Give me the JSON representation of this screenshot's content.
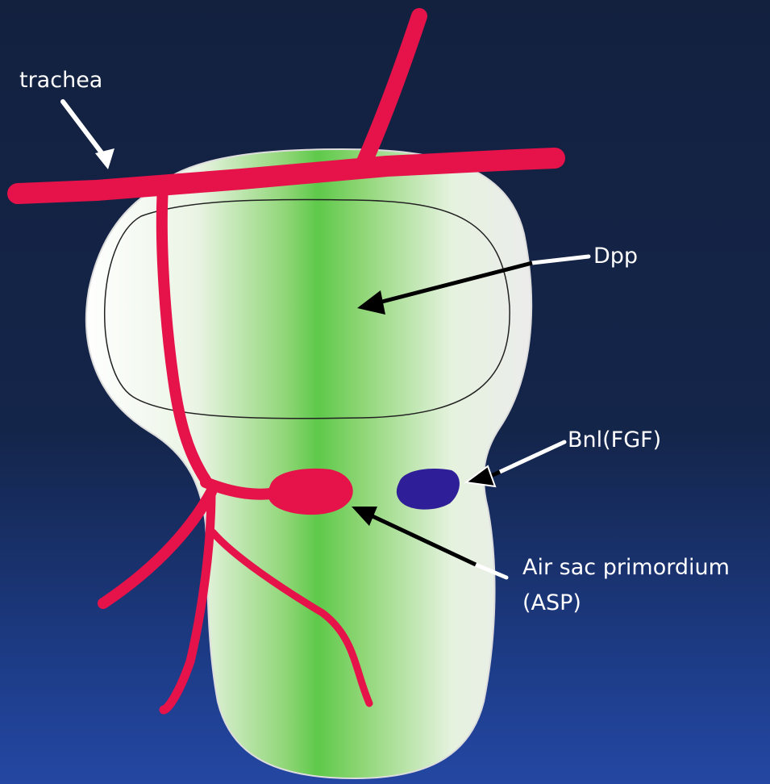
{
  "labels": {
    "trachea": "trachea",
    "dpp": "Dpp",
    "bnl": "Bnl(FGF)",
    "asp_line1": "Air sac primordium",
    "asp_line2": "(ASP)"
  },
  "colors": {
    "background_top": "#13213f",
    "background_bottom": "#2447a3",
    "disc_green": "#5ec94a",
    "disc_white": "#ffffff",
    "trachea_red": "#e6124a",
    "fgf_blue": "#2e1f98",
    "arrow_black": "#000000",
    "arrow_white": "#ffffff"
  },
  "icons": [
    "arrow-to-trachea",
    "arrow-to-dpp",
    "arrow-to-bnl",
    "arrow-to-asp"
  ]
}
